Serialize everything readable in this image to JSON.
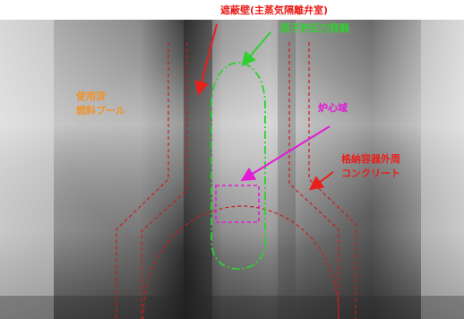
{
  "labels": {
    "shield_wall": "遮蔽壁(主蒸気隔離弁室)",
    "reactor_pressure_vessel": "原子炉圧力容器",
    "spent_fuel_pool_line1": "使用済",
    "spent_fuel_pool_line2": "燃料プール",
    "core_region": "炉心域",
    "containment_concrete_line1": "格納容器外周",
    "containment_concrete_line2": "コンクリート"
  },
  "colors": {
    "shield_wall": "#e8201c",
    "reactor_pressure_vessel": "#2ed12e",
    "spent_fuel_pool": "#f0922b",
    "core_region": "#e21bd6",
    "containment_concrete": "#e8201c",
    "structure_outline": "#c81e1e"
  }
}
